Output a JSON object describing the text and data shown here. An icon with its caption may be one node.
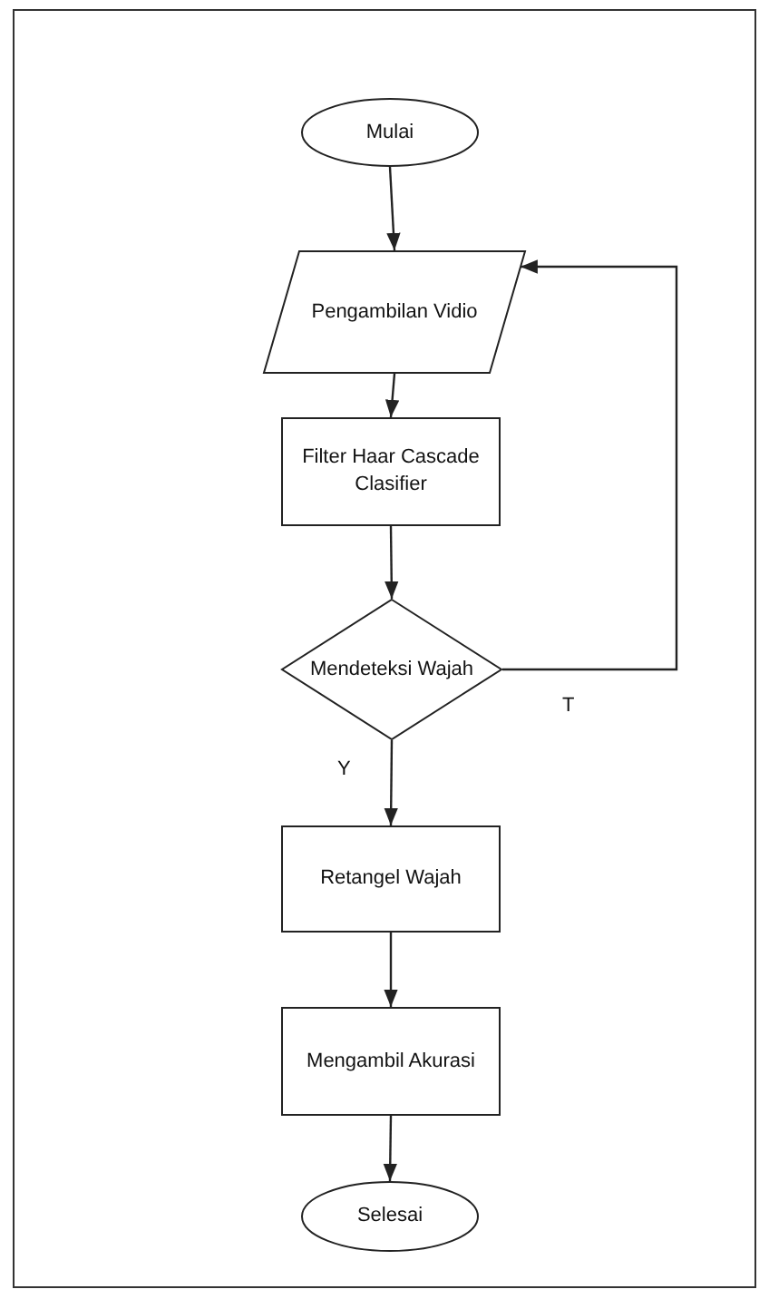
{
  "diagram": {
    "nodes": [
      {
        "text": [
          "Mulai"
        ]
      },
      {
        "text": [
          "Pengambilan Vidio"
        ]
      },
      {
        "text": [
          "Filter Haar Cascade Clasifier"
        ]
      },
      {
        "text": [
          "Mendeteksi Wajah"
        ]
      },
      {
        "text": [
          "Retangel Wajah"
        ]
      },
      {
        "text": [
          "Mengambil Akurasi"
        ]
      },
      {
        "text": [
          "Selesai"
        ]
      }
    ],
    "edges": [
      {
        "from": 0,
        "to": 1,
        "arrow": "to"
      },
      {
        "from": 1,
        "to": 2,
        "arrow": "to"
      },
      {
        "from": 2,
        "to": 3,
        "arrow": "to"
      },
      {
        "from": 3,
        "to": 4,
        "arrow": "to",
        "label": "Y"
      },
      {
        "from": 3,
        "to": 1,
        "arrow": "to",
        "label": "T"
      },
      {
        "from": 4,
        "to": 5,
        "arrow": "to"
      },
      {
        "from": 5,
        "to": 6,
        "arrow": "to"
      }
    ]
  }
}
